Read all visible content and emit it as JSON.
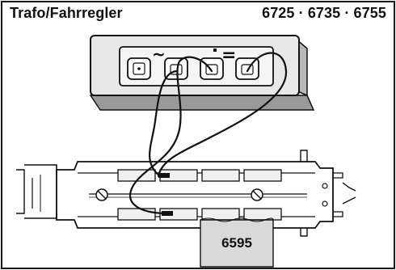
{
  "header": {
    "title": "Trafo/Fahrregler",
    "models": "6725 · 6735 · 6755"
  },
  "diagram": {
    "transformer": {
      "symbols": {
        "ac": "~",
        "dc": "="
      }
    },
    "cable_label": "6595",
    "colors": {
      "line": "#111111",
      "panel_fill": "#e8e8e8",
      "panel_shadow": "#9a9a9a",
      "label_fill": "#d9d9d9"
    },
    "icons": [
      "transformer-icon",
      "socket-icon",
      "plug-icon",
      "locomotive-chassis-icon",
      "screw-icon"
    ]
  }
}
